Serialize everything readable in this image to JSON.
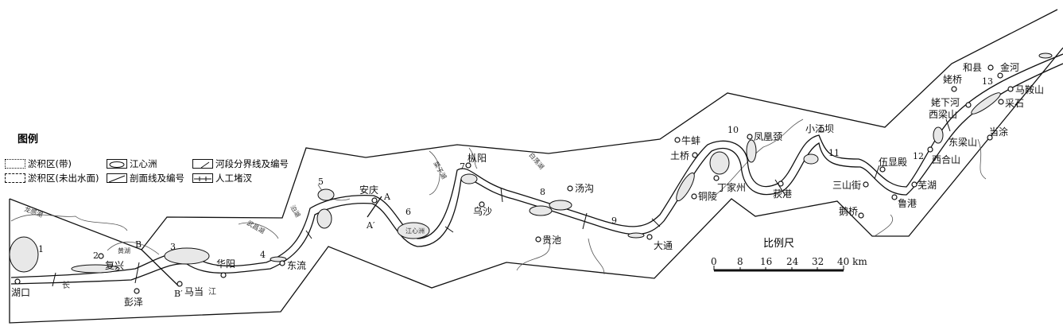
{
  "legend": {
    "title": "图例",
    "items": [
      "淤积区(带)",
      "淤积区(未出水面)",
      "江心洲",
      "剖面线及编号",
      "河段分界线及编号",
      "人工堵汊"
    ]
  },
  "places": [
    "湖口",
    "复兴",
    "彭泽",
    "马当",
    "华阳",
    "东流",
    "安庆",
    "枞阳",
    "汤沟",
    "乌沙",
    "贵池",
    "大通",
    "牛蚌",
    "土桥",
    "铜陵",
    "丁家州",
    "凤凰颈",
    "小江坝",
    "荻港",
    "三山街",
    "伍显殿",
    "鹅桥",
    "鲁港",
    "芜湖",
    "西合山",
    "东梁山",
    "当涂",
    "西梁山",
    "姥下河",
    "姥桥",
    "和县",
    "金河",
    "马鞍山",
    "采石"
  ],
  "sections": [
    "1",
    "2",
    "3",
    "4",
    "5",
    "6",
    "7",
    "8",
    "9",
    "10",
    "11",
    "12",
    "13"
  ],
  "profiles": [
    "A",
    "A′",
    "B",
    "B′"
  ],
  "river": [
    "长",
    "江"
  ],
  "lakes": [
    "龙感湖",
    "黄湖",
    "武昌湖",
    "泊湖",
    "菜子湖",
    "白荡湖",
    "江心洲"
  ],
  "scale": {
    "title": "比例尺",
    "ticks": [
      "0",
      "8",
      "16",
      "24",
      "32",
      "40 km"
    ]
  }
}
